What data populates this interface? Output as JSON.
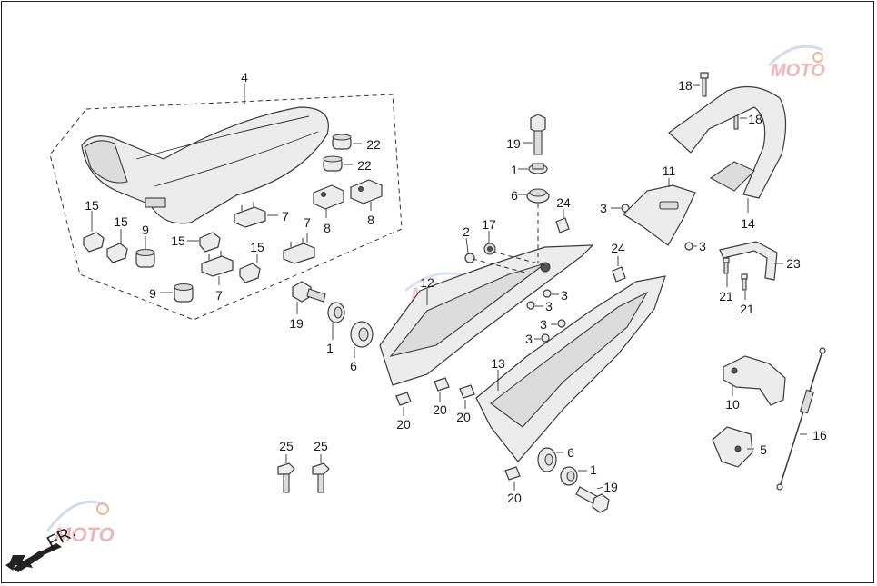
{
  "diagram": {
    "direction_marker": "FR.",
    "watermark": "MOTO",
    "callouts": [
      {
        "key": "c4",
        "text": "4"
      },
      {
        "key": "c22a",
        "text": "22"
      },
      {
        "key": "c22b",
        "text": "22"
      },
      {
        "key": "c8a",
        "text": "8"
      },
      {
        "key": "c8b",
        "text": "8"
      },
      {
        "key": "c7a",
        "text": "7"
      },
      {
        "key": "c7b",
        "text": "7"
      },
      {
        "key": "c7c",
        "text": "7"
      },
      {
        "key": "c15a",
        "text": "15"
      },
      {
        "key": "c15b",
        "text": "15"
      },
      {
        "key": "c15c",
        "text": "15"
      },
      {
        "key": "c15d",
        "text": "15"
      },
      {
        "key": "c9a",
        "text": "9"
      },
      {
        "key": "c9b",
        "text": "9"
      },
      {
        "key": "c19a",
        "text": "19"
      },
      {
        "key": "c1a",
        "text": "1"
      },
      {
        "key": "c6a",
        "text": "6"
      },
      {
        "key": "c19b",
        "text": "19"
      },
      {
        "key": "c1b",
        "text": "1"
      },
      {
        "key": "c6b",
        "text": "6"
      },
      {
        "key": "c2",
        "text": "2"
      },
      {
        "key": "c17",
        "text": "17"
      },
      {
        "key": "c24a",
        "text": "24"
      },
      {
        "key": "c24b",
        "text": "24"
      },
      {
        "key": "c12",
        "text": "12"
      },
      {
        "key": "c3a",
        "text": "3"
      },
      {
        "key": "c3b",
        "text": "3"
      },
      {
        "key": "c3c",
        "text": "3"
      },
      {
        "key": "c3d",
        "text": "3"
      },
      {
        "key": "c3e",
        "text": "3"
      },
      {
        "key": "c3f",
        "text": "3"
      },
      {
        "key": "c11",
        "text": "11"
      },
      {
        "key": "c18a",
        "text": "18"
      },
      {
        "key": "c18b",
        "text": "18"
      },
      {
        "key": "c14",
        "text": "14"
      },
      {
        "key": "c23",
        "text": "23"
      },
      {
        "key": "c21a",
        "text": "21"
      },
      {
        "key": "c21b",
        "text": "21"
      },
      {
        "key": "c13",
        "text": "13"
      },
      {
        "key": "c20a",
        "text": "20"
      },
      {
        "key": "c20b",
        "text": "20"
      },
      {
        "key": "c20c",
        "text": "20"
      },
      {
        "key": "c20d",
        "text": "20"
      },
      {
        "key": "c10",
        "text": "10"
      },
      {
        "key": "c16",
        "text": "16"
      },
      {
        "key": "c5",
        "text": "5"
      },
      {
        "key": "c6c",
        "text": "6"
      },
      {
        "key": "c1c",
        "text": "1"
      },
      {
        "key": "c19c",
        "text": "19"
      },
      {
        "key": "c25a",
        "text": "25"
      },
      {
        "key": "c25b",
        "text": "25"
      }
    ]
  }
}
